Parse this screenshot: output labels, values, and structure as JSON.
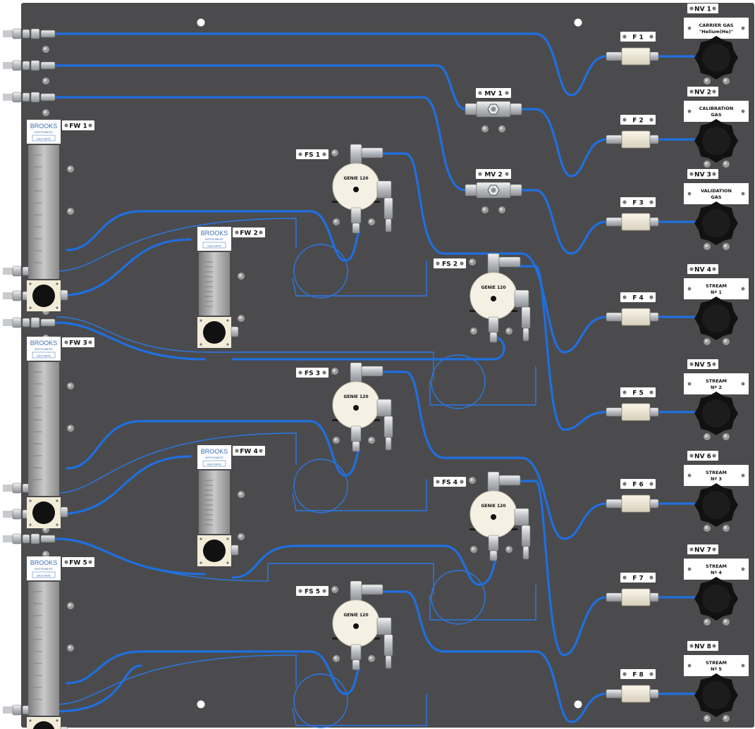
{
  "panel": {
    "background": "#4b4b4d",
    "tube_color": "#1f6fe0"
  },
  "needle_valves": [
    {
      "tag": "NV 1",
      "label_lines": [
        "CARRIER GAS",
        "\"Helium(He)\""
      ],
      "filter": "F 1"
    },
    {
      "tag": "NV 2",
      "label_lines": [
        "CALIBRATION",
        "GAS"
      ],
      "filter": "F 2"
    },
    {
      "tag": "NV 3",
      "label_lines": [
        "VALIDATION",
        "GAS"
      ],
      "filter": "F 3"
    },
    {
      "tag": "NV 4",
      "label_lines": [
        "STREAM",
        "Nº 1"
      ],
      "filter": "F 4"
    },
    {
      "tag": "NV 5",
      "label_lines": [
        "STREAM",
        "Nº 2"
      ],
      "filter": "F 5"
    },
    {
      "tag": "NV 6",
      "label_lines": [
        "STREAM",
        "Nº 3"
      ],
      "filter": "F 6"
    },
    {
      "tag": "NV 7",
      "label_lines": [
        "STREAM",
        "Nº 4"
      ],
      "filter": "F 7"
    },
    {
      "tag": "NV 8",
      "label_lines": [
        "STREAM",
        "Nº 5"
      ],
      "filter": "F 8"
    }
  ],
  "manifold_valves": [
    {
      "tag": "MV 1"
    },
    {
      "tag": "MV 2"
    }
  ],
  "flowmeters": [
    {
      "tag": "FW 1",
      "brand": "BROOKS",
      "sub": "INSTRUMENT",
      "model": "GAS MATE"
    },
    {
      "tag": "FW 2",
      "brand": "BROOKS",
      "sub": "INSTRUMENT",
      "model": "GAS MATE"
    },
    {
      "tag": "FW 3",
      "brand": "BROOKS",
      "sub": "INSTRUMENT",
      "model": "GAS MATE"
    },
    {
      "tag": "FW 4",
      "brand": "BROOKS",
      "sub": "INSTRUMENT",
      "model": "GAS MATE"
    },
    {
      "tag": "FW 5",
      "brand": "BROOKS",
      "sub": "INSTRUMENT",
      "model": "GAS MATE"
    }
  ],
  "filter_separators": [
    {
      "tag": "FS 1",
      "model": "GENIE 120"
    },
    {
      "tag": "FS 2",
      "model": "GENIE 120"
    },
    {
      "tag": "FS 3",
      "model": "GENIE 120"
    },
    {
      "tag": "FS 4",
      "model": "GENIE 120"
    },
    {
      "tag": "FS 5",
      "model": "GENIE 120"
    }
  ]
}
